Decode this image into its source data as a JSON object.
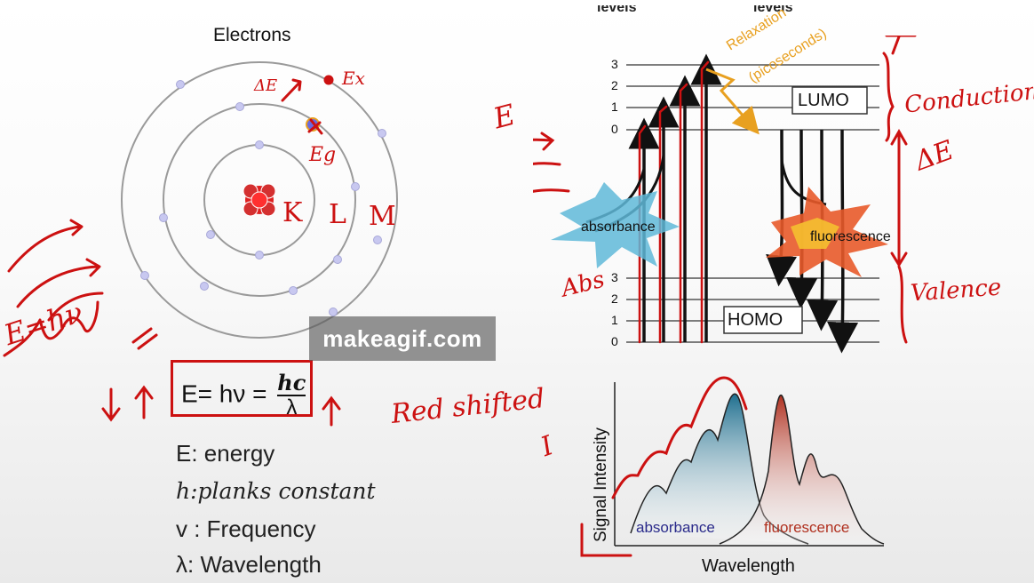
{
  "atom": {
    "title": "Electrons",
    "shells": [
      "K",
      "L",
      "M"
    ],
    "excited_label": "Ex",
    "ground_label": "Eg",
    "delta_label": "ΔE",
    "photon_label": "E=hν"
  },
  "formula": {
    "lhs": "E= hν =",
    "numerator": "hc",
    "denominator": "λ",
    "definitions": [
      "E: energy",
      "h:planks constant",
      "v : Frequency",
      "λ: Wavelength"
    ]
  },
  "watermark": "makeagif.com",
  "jablonski": {
    "header_left": "levels",
    "header_right": "levels",
    "upper_ticks": [
      "3",
      "2",
      "1",
      "0"
    ],
    "lower_ticks": [
      "3",
      "2",
      "1",
      "0"
    ],
    "lumo": "LUMO",
    "homo": "HOMO",
    "relaxation": "Relaxation",
    "relaxation_sub": "(picoseconds)",
    "absorbance": "absorbance",
    "fluorescence": "fluorescence"
  },
  "spectrum": {
    "ylabel": "Signal Intensity",
    "xlabel": "Wavelength",
    "absorbance": "absorbance",
    "fluorescence": "fluorescence"
  },
  "annotations": {
    "conduction": "Conduction",
    "valence": "Valence",
    "delta_e": "ΔE",
    "abs": "Abs",
    "red_shifted": "Red shifted",
    "e_label": "E",
    "i_label": "I"
  },
  "colors": {
    "ink_red": "#cc1111",
    "orange": "#e8a020",
    "absorb_blue": "#5fb8d8",
    "fluor_red": "#c8412a",
    "orbit": "#9a9a9a",
    "electron": "#c8c8f0"
  }
}
